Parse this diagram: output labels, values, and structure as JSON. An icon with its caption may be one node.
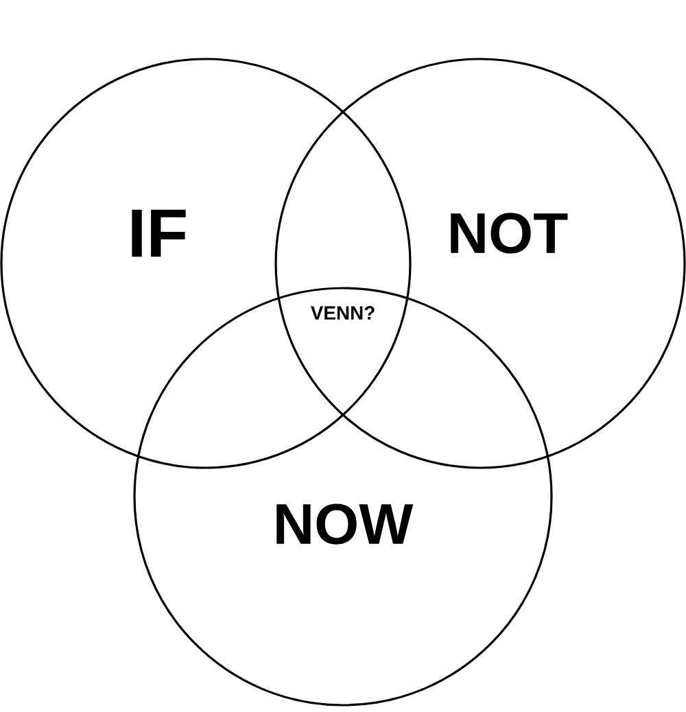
{
  "diagram": {
    "nodes": [
      {
        "text": [
          "IF"
        ]
      },
      {
        "text": [
          "NOT"
        ]
      },
      {
        "text": [
          "NOW"
        ]
      }
    ],
    "labels": [
      "VENN?"
    ]
  }
}
